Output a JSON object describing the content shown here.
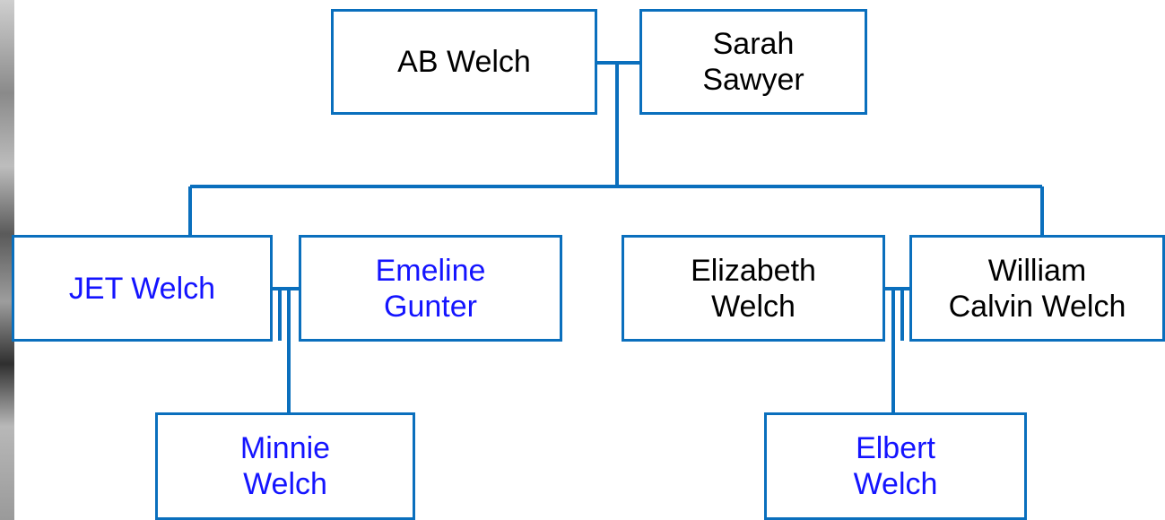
{
  "colors": {
    "line": "#0a6fbd",
    "linked_text": "#1414ff",
    "plain_text": "#000000",
    "background": "#ffffff"
  },
  "people": {
    "ab_welch": "AB Welch",
    "sarah_sawyer": "Sarah\nSawyer",
    "jet_welch": "JET Welch",
    "emeline_gunter": "Emeline\nGunter",
    "elizabeth_welch": "Elizabeth\nWelch",
    "william_calvin_welch": "William\nCalvin Welch",
    "minnie_welch": "Minnie\nWelch",
    "elbert_welch": "Elbert\nWelch"
  }
}
